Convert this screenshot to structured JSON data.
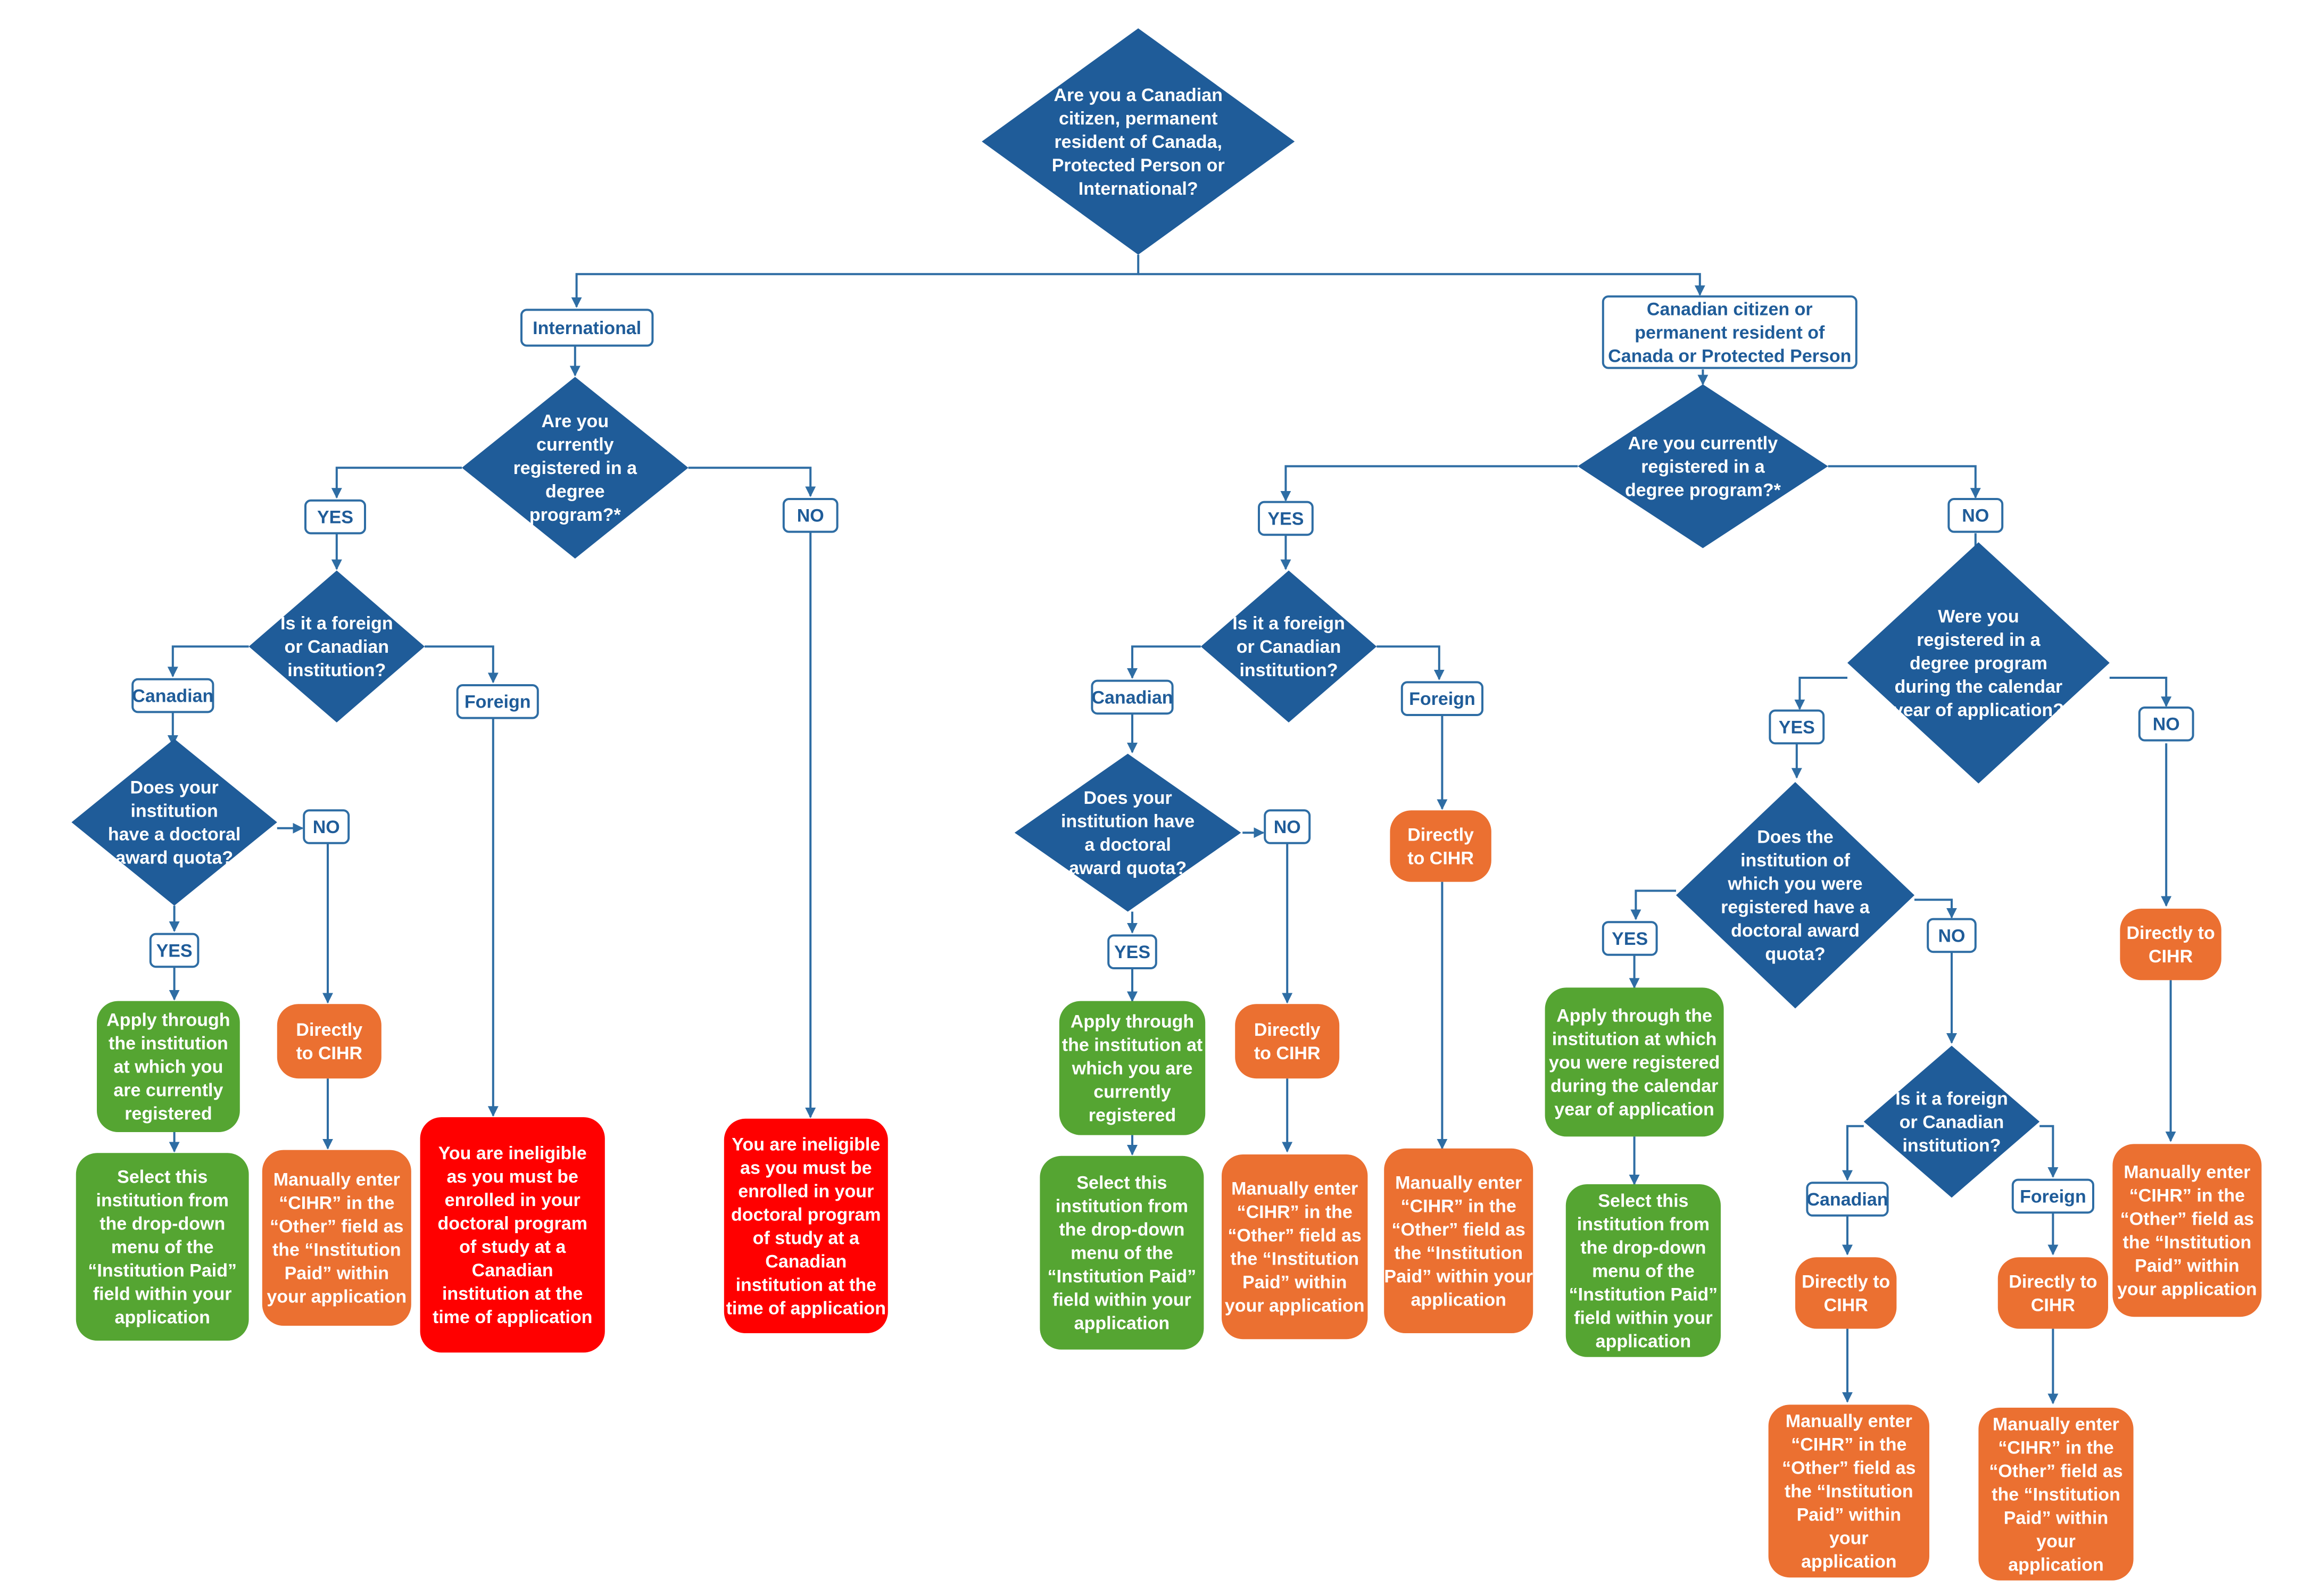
{
  "colors": {
    "decision": "#1F5C99",
    "label_border": "#2E6DA4",
    "label_text": "#1F5C99",
    "green": "#55A532",
    "orange": "#EB7031",
    "red": "#FF0000",
    "connector": "#2E6DA4",
    "on_fill_text": "#FFFFFF"
  },
  "nodes": {
    "q_citizen": "Are you a Canadian citizen, permanent resident of Canada, Protected Person or International?",
    "lbl_international": "International",
    "lbl_canadian_citizen": "Canadian citizen or permanent resident of Canada or Protected Person",
    "q_intl_registered": "Are you currently registered in a degree program?*",
    "lbl_intl_yes": "YES",
    "lbl_intl_no": "NO",
    "q_intl_institution": "Is it a foreign or Canadian institution?",
    "lbl_intl_canadian": "Canadian",
    "lbl_intl_foreign": "Foreign",
    "q_intl_quota": "Does your institution have a doctoral award quota?",
    "lbl_intl_quota_no": "NO",
    "lbl_intl_quota_yes": "YES",
    "g_intl_apply": "Apply through the institution at which you are currently registered",
    "g_intl_select": "Select this institution from the drop-down menu of the “Institution Paid” field within your application",
    "o_intl_direct": "Directly to CIHR",
    "o_intl_manual": "Manually enter “CIHR” in the “Other” field as the “Institution Paid” within your application",
    "r_intl_foreign": "You are ineligible as you must be enrolled in your doctoral program of study at a Canadian institution at the time of application",
    "r_intl_no": "You are ineligible as you must be enrolled in your doctoral program of study at a Canadian institution at the time of application",
    "q_can_registered": "Are you currently registered in a degree program?*",
    "lbl_can_yes": "YES",
    "lbl_can_no": "NO",
    "q_can_institution": "Is it a foreign or Canadian institution?",
    "lbl_can_canadian": "Canadian",
    "lbl_can_foreign": "Foreign",
    "q_can_quota": "Does your institution have a doctoral award quota?",
    "lbl_can_quota_no": "NO",
    "lbl_can_quota_yes": "YES",
    "g_can_apply": "Apply through the institution at which you are currently registered",
    "g_can_select": "Select this institution from the drop-down menu of the “Institution Paid” field within your application",
    "o_can_direct": "Directly to CIHR",
    "o_can_manual": "Manually enter “CIHR” in the “Other” field as the “Institution Paid” within your application",
    "o_can_foreign_direct": "Directly to CIHR",
    "o_can_foreign_manual": "Manually enter “CIHR” in the “Other” field as the “Institution Paid” within your application",
    "q_were_registered": "Were you registered in a degree program during the calendar year of application?",
    "lbl_were_yes": "YES",
    "lbl_were_no": "NO",
    "q_were_quota": "Does the institution of which you were registered have a doctoral award quota?",
    "lbl_were_quota_yes": "YES",
    "lbl_were_quota_no": "NO",
    "g_were_apply": "Apply through the institution at which you were registered during the calendar year of application",
    "g_were_select": "Select this institution from the drop-down menu of the “Institution Paid” field within your application",
    "q_were_institution": "Is it a foreign or Canadian institution?",
    "lbl_were_canadian": "Canadian",
    "lbl_were_foreign": "Foreign",
    "o_were_can_direct": "Directly to CIHR",
    "o_were_can_manual": "Manually enter “CIHR” in the “Other” field as the “Institution Paid” within your application",
    "o_were_for_direct": "Directly to CIHR",
    "o_were_for_manual": "Manually enter “CIHR” in the “Other” field as the “Institution Paid” within your application",
    "o_were_no_direct": "Directly to CIHR",
    "o_were_no_manual": "Manually enter “CIHR” in the “Other” field as the “Institution Paid” within your application"
  }
}
